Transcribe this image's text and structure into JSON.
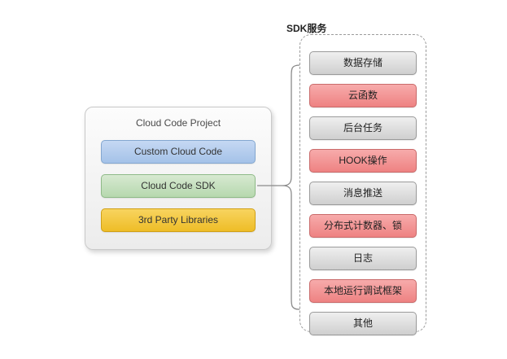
{
  "left_panel": {
    "title": "Cloud Code Project",
    "layers": [
      {
        "label": "Custom Cloud Code",
        "type": "blue"
      },
      {
        "label": "Cloud Code SDK",
        "type": "green"
      },
      {
        "label": "3rd Party Libraries",
        "type": "yellow"
      }
    ]
  },
  "sdk_panel": {
    "title": "SDK服务",
    "items": [
      {
        "label": "数据存储",
        "type": "gray"
      },
      {
        "label": "云函数",
        "type": "red"
      },
      {
        "label": "后台任务",
        "type": "gray"
      },
      {
        "label": "HOOK操作",
        "type": "red"
      },
      {
        "label": "消息推送",
        "type": "gray"
      },
      {
        "label": "分布式计数器、锁",
        "type": "red"
      },
      {
        "label": "日志",
        "type": "gray"
      },
      {
        "label": "本地运行调试框架",
        "type": "red"
      },
      {
        "label": "其他",
        "type": "gray"
      }
    ]
  },
  "colors": {
    "blue_fill": "#a4c2e8",
    "green_fill": "#b6d8ae",
    "yellow_fill": "#eebd27",
    "gray_fill": "#d6d6d6",
    "red_fill": "#ee8282",
    "connector_stroke": "#8a8a8a"
  }
}
